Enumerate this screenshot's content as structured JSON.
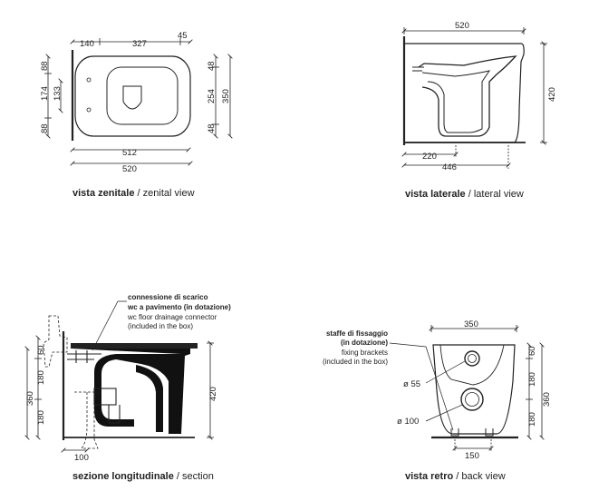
{
  "views": {
    "top": {
      "caption_bold": "vista zenitale",
      "caption_rest": " / zenital view",
      "dims": {
        "w140": "140",
        "w327": "327",
        "w45": "45",
        "w512": "512",
        "w520": "520",
        "l88a": "88",
        "l174": "174",
        "l133": "133",
        "l88b": "88",
        "r48a": "48",
        "r254": "254",
        "r350": "350",
        "r48b": "48"
      }
    },
    "side": {
      "caption_bold": "vista laterale",
      "caption_rest": " / lateral view",
      "dims": {
        "w520": "520",
        "h420": "420",
        "w220": "220",
        "w446": "446"
      }
    },
    "section": {
      "caption_bold": "sezione longitudinale",
      "caption_rest": " / section",
      "callout": [
        "connessione di scarico",
        "wc a pavimento (in dotazione)",
        "wc floor drainage connector",
        "(included in the box)"
      ],
      "dims": {
        "v60": "60",
        "v180a": "180",
        "v180b": "180",
        "v360": "360",
        "h420": "420",
        "w100": "100"
      }
    },
    "back": {
      "caption_bold": "vista retro",
      "caption_rest": " / back view",
      "callout": [
        "staffe di fissaggio",
        "(in dotazione)",
        "fixing brackets",
        "(included in the box)"
      ],
      "dims": {
        "w350": "350",
        "d55": "ø 55",
        "d100": "ø 100",
        "w150": "150",
        "v60": "60",
        "v180a": "180",
        "v180b": "180",
        "v360": "360"
      }
    }
  }
}
